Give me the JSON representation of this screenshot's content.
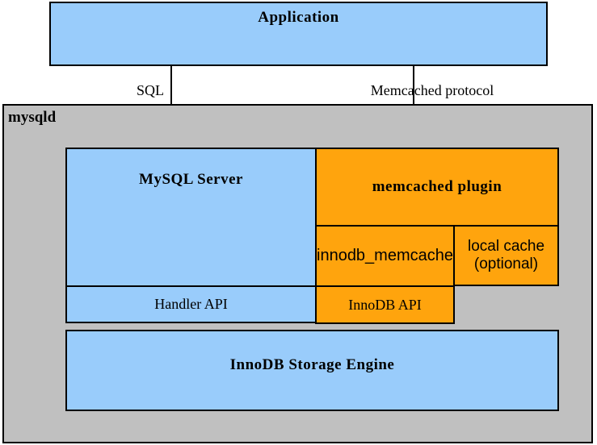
{
  "colors": {
    "box_blue": "#99CCFB",
    "box_orange": "#FFA40D",
    "container_gray": "#C0C0C0",
    "border": "#000000",
    "background": "#FFFFFF"
  },
  "application": {
    "label": "Application"
  },
  "arrows": [
    {
      "label": "SQL"
    },
    {
      "label": "Memcached protocol"
    }
  ],
  "mysqld": {
    "label": "mysqld",
    "boxes": {
      "mysql_server": "MySQL Server",
      "memcached_plugin": "memcached plugin",
      "innodb_memcache": "innodb_memcache",
      "local_cache_line1": "local cache",
      "local_cache_line2": "(optional)",
      "handler_api": "Handler API",
      "innodb_api": "InnoDB API",
      "innodb_storage_engine": "InnoDB Storage Engine"
    }
  }
}
